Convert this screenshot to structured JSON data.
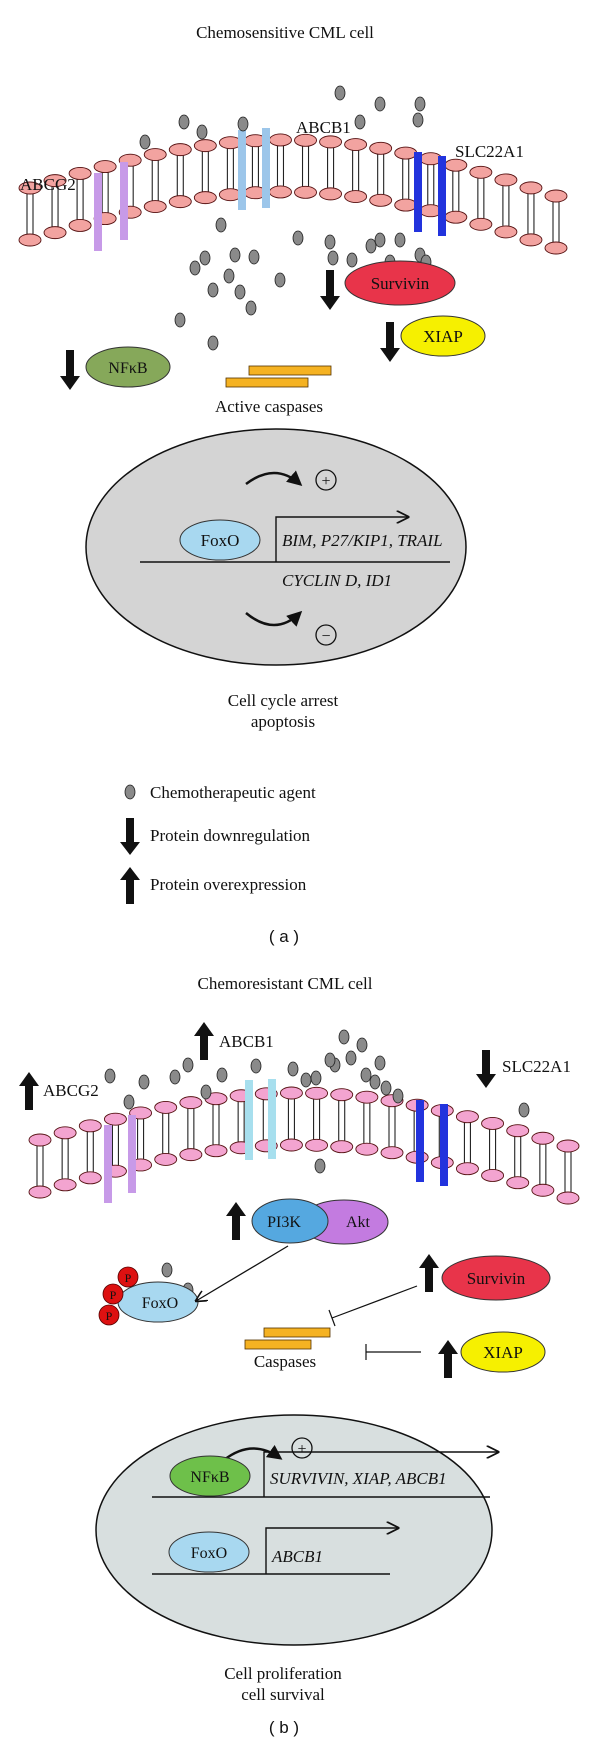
{
  "colors": {
    "lipid_head_a": "#f2a3a0",
    "lipid_head_b": "#f3a4d0",
    "drug": "#8a8a8a",
    "abcg2": "#c79ae8",
    "abcb1_a": "#9cc6ea",
    "abcb1_b": "#a7dfee",
    "slc22a1": "#2233dd",
    "survivin": "#e8344a",
    "xiap": "#f6f000",
    "nfkb_a": "#86a85a",
    "nfkb_b": "#6ec04a",
    "foxo": "#a8d8f0",
    "pi3k": "#55a8e0",
    "akt": "#c37be0",
    "caspase": "#f5b222",
    "phospho": "#dd1111",
    "nucleus_a": "#d4d4d4",
    "nucleus_b": "#d8dfdf"
  },
  "panel_a": {
    "title": "Chemosensitive CML cell",
    "labels": {
      "abcg2": "ABCG2",
      "abcb1": "ABCB1",
      "slc22a1": "SLC22A1",
      "survivin": "Survivin",
      "xiap": "XIAP",
      "nfkb": "NFκB",
      "active_caspases": "Active caspases",
      "foxo": "FoxO",
      "plus": "+",
      "minus": "−",
      "up_genes": "BIM, P27/KIP1, TRAIL",
      "down_genes": "CYCLIN D, ID1",
      "outcome_line1": "Cell cycle arrest",
      "outcome_line2": "apoptosis"
    },
    "caption": "( a )"
  },
  "legend": {
    "chemo_agent": "Chemotherapeutic agent",
    "downregulation": "Protein downregulation",
    "overexpression": "Protein overexpression"
  },
  "panel_b": {
    "title": "Chemoresistant CML cell",
    "labels": {
      "abcb1": "ABCB1",
      "abcg2": "ABCG2",
      "slc22a1": "SLC22A1",
      "pi3k": "PI3K",
      "akt": "Akt",
      "p": "P",
      "foxo": "FoxO",
      "survivin": "Survivin",
      "caspases": "Caspases",
      "xiap": "XIAP",
      "nfkb": "NFκB",
      "plus": "+",
      "nfkb_genes": "SURVIVIN, XIAP, ABCB1",
      "foxo_genes": "ABCB1",
      "outcome_line1": "Cell proliferation",
      "outcome_line2": "cell survival"
    },
    "caption": "( b )"
  }
}
